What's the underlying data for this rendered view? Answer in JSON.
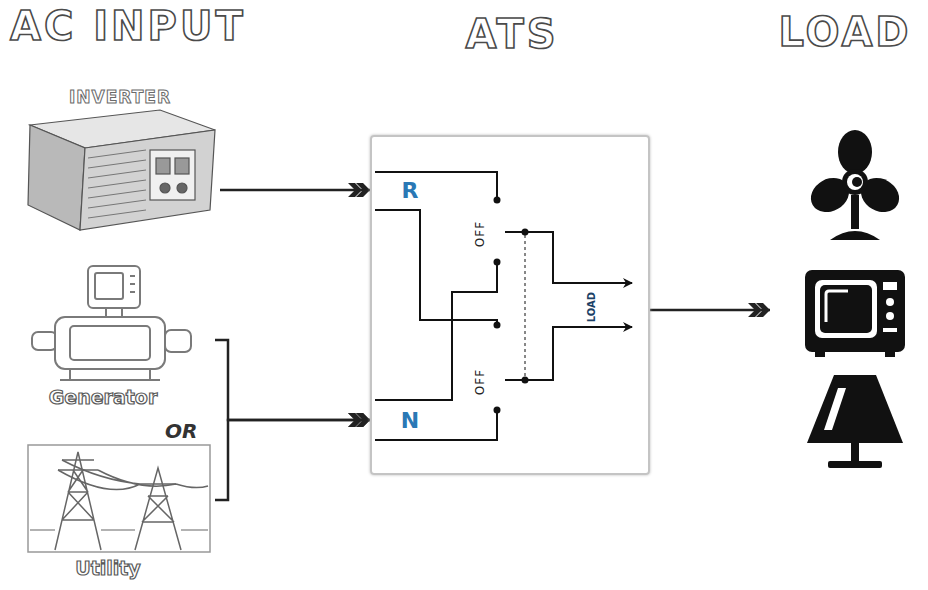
{
  "diagram": {
    "nodes": [
      {
        "text": [
          "INVERTER"
        ]
      },
      {
        "text": [
          "Generator"
        ]
      },
      {
        "text": [
          "Utility"
        ]
      },
      {
        "text": [
          "ATS",
          "R",
          "N",
          "OFF",
          "OFF",
          "LOAD"
        ]
      },
      {
        "text": [
          "LOAD"
        ]
      }
    ],
    "edges": [
      {
        "from": 0,
        "to": 3,
        "arrow": "to"
      },
      {
        "from": 1,
        "to": 3,
        "arrow": "to"
      },
      {
        "from": 2,
        "to": 3,
        "arrow": "to"
      },
      {
        "from": 3,
        "to": 4,
        "arrow": "to"
      }
    ],
    "labels": [
      "AC INPUT",
      "OR"
    ]
  }
}
